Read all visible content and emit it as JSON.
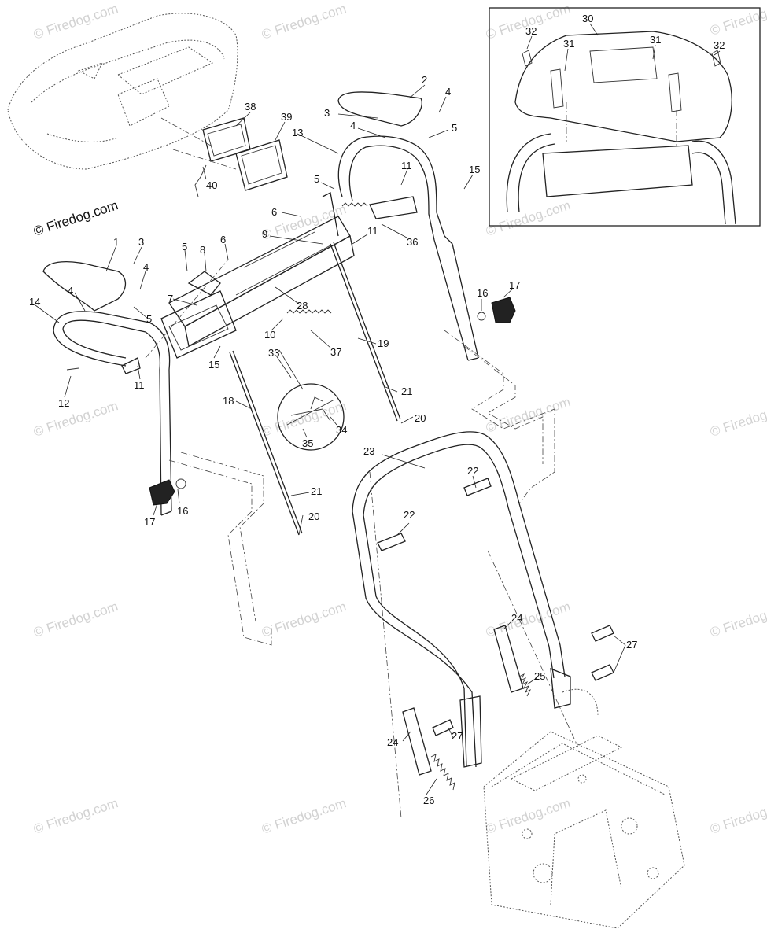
{
  "diagram": {
    "brand_label": "© Firedog.com",
    "watermark_text": "© Firedog.com",
    "callouts": {
      "p1": "1",
      "p2": "2",
      "p3a": "3",
      "p3b": "3",
      "p4a": "4",
      "p4b": "4",
      "p4c": "4",
      "p4d": "4",
      "p5a": "5",
      "p5b": "5",
      "p5c": "5",
      "p5d": "5",
      "p6a": "6",
      "p6b": "6",
      "p7": "7",
      "p8": "8",
      "p9": "9",
      "p10": "10",
      "p11a": "11",
      "p11b": "11",
      "p11c": "11",
      "p12": "12",
      "p13": "13",
      "p14": "14",
      "p15a": "15",
      "p15b": "15",
      "p16a": "16",
      "p16b": "16",
      "p17a": "17",
      "p17b": "17",
      "p18": "18",
      "p19": "19",
      "p20a": "20",
      "p20b": "20",
      "p21a": "21",
      "p21b": "21",
      "p22a": "22",
      "p22b": "22",
      "p23": "23",
      "p24a": "24",
      "p24b": "24",
      "p25": "25",
      "p26": "26",
      "p27a": "27",
      "p27b": "27",
      "p28": "28",
      "p30": "30",
      "p31a": "31",
      "p31b": "31",
      "p32a": "32",
      "p32b": "32",
      "p33": "33",
      "p34": "34",
      "p35": "35",
      "p36": "36",
      "p37": "37",
      "p38": "38",
      "p39": "39",
      "p40": "40"
    }
  }
}
